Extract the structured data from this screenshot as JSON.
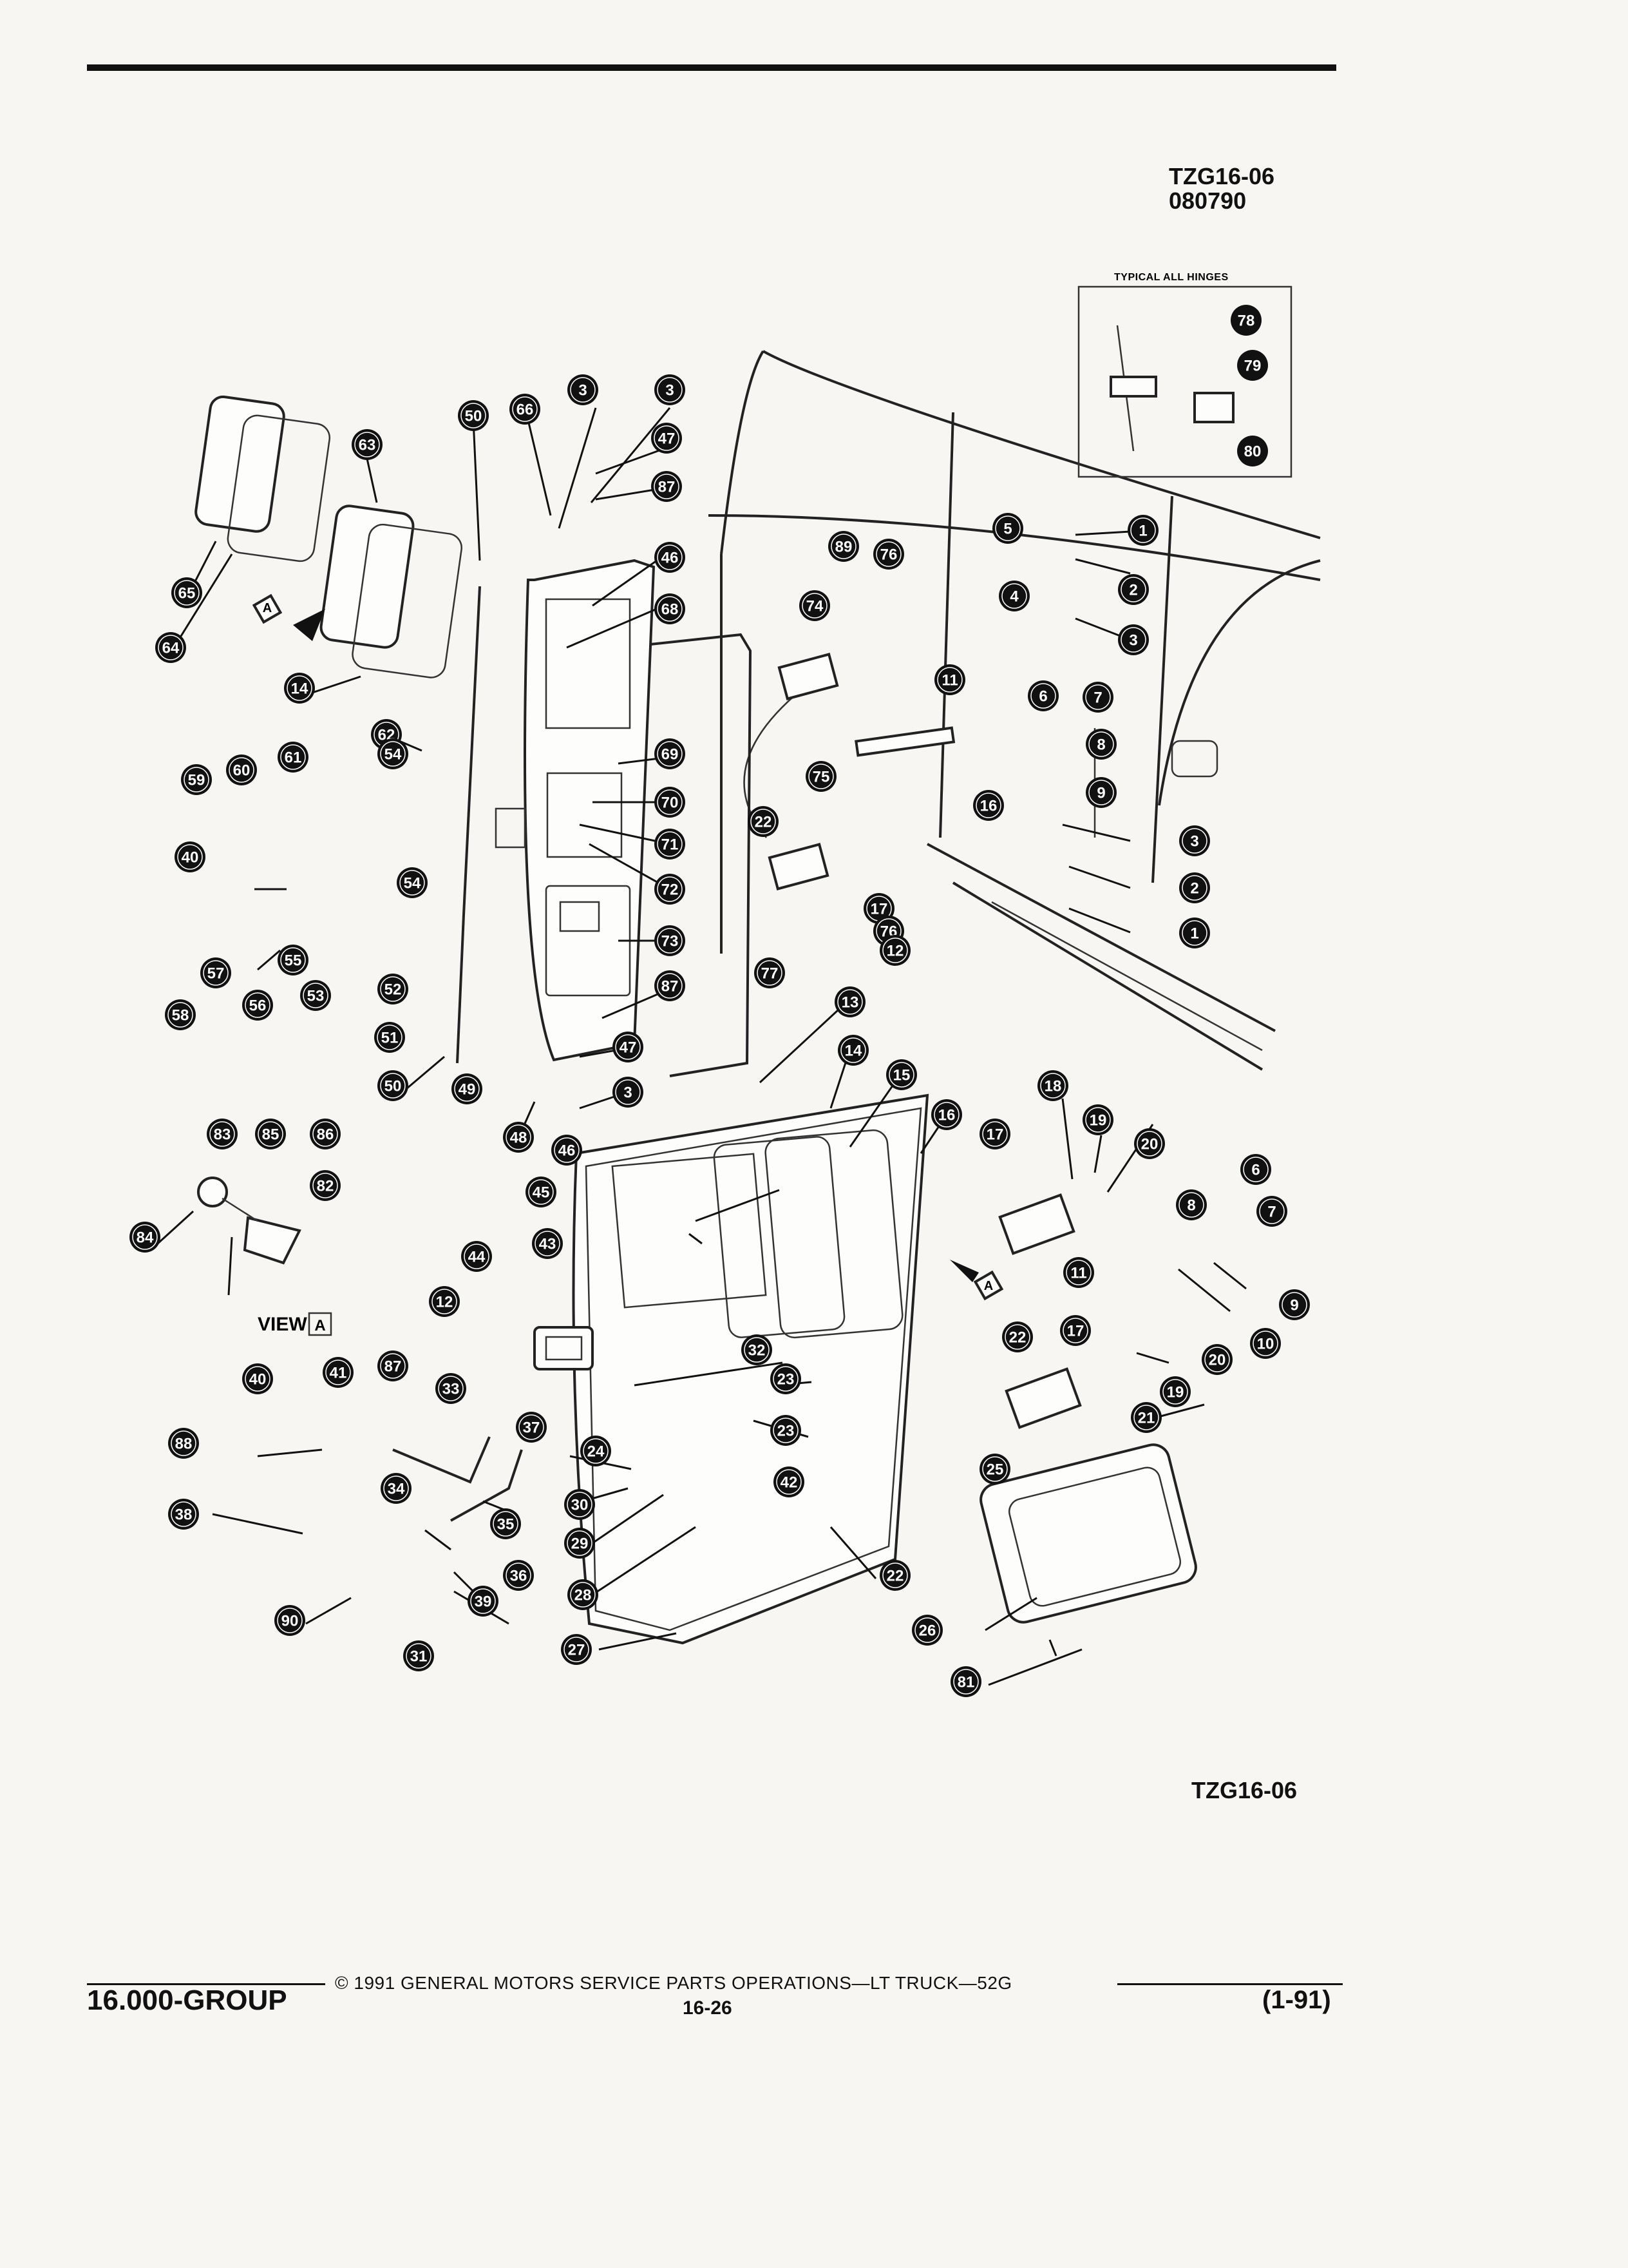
{
  "header": {
    "code": "TZG16-06",
    "date_code": "080790"
  },
  "hinge_inset": {
    "title": "TYPICAL ALL HINGES",
    "callouts": [
      "78",
      "79",
      "80"
    ]
  },
  "view_label": {
    "text": "VIEW",
    "letter": "A"
  },
  "arrow_markers": [
    "A",
    "A"
  ],
  "callouts": [
    "3",
    "3",
    "47",
    "87",
    "50",
    "66",
    "63",
    "65",
    "64",
    "46",
    "68",
    "14",
    "62",
    "54",
    "59",
    "60",
    "61",
    "40",
    "69",
    "70",
    "71",
    "72",
    "54",
    "57",
    "56",
    "55",
    "53",
    "52",
    "58",
    "51",
    "50",
    "49",
    "73",
    "87",
    "47",
    "3",
    "48",
    "89",
    "76",
    "74",
    "22",
    "75",
    "77",
    "17",
    "76",
    "5",
    "4",
    "11",
    "6",
    "7",
    "8",
    "16",
    "9",
    "1",
    "2",
    "3",
    "3",
    "2",
    "1",
    "12",
    "13",
    "14",
    "15",
    "16",
    "18",
    "19",
    "20",
    "17",
    "46",
    "45",
    "43",
    "44",
    "12",
    "8",
    "6",
    "7",
    "11",
    "9",
    "10",
    "22",
    "17",
    "20",
    "19",
    "21",
    "32",
    "33",
    "23",
    "23",
    "24",
    "42",
    "41",
    "40",
    "87",
    "88",
    "37",
    "34",
    "35",
    "36",
    "39",
    "38",
    "90",
    "31",
    "30",
    "29",
    "28",
    "27",
    "22",
    "25",
    "26",
    "81",
    "83",
    "85",
    "86",
    "82",
    "84"
  ],
  "footer": {
    "copyright": "© 1991 GENERAL MOTORS SERVICE PARTS OPERATIONS—LT TRUCK—52G",
    "group": "16.000-GROUP",
    "page": "16-26",
    "date": "(1-91)",
    "figure_code": "TZG16-06"
  }
}
